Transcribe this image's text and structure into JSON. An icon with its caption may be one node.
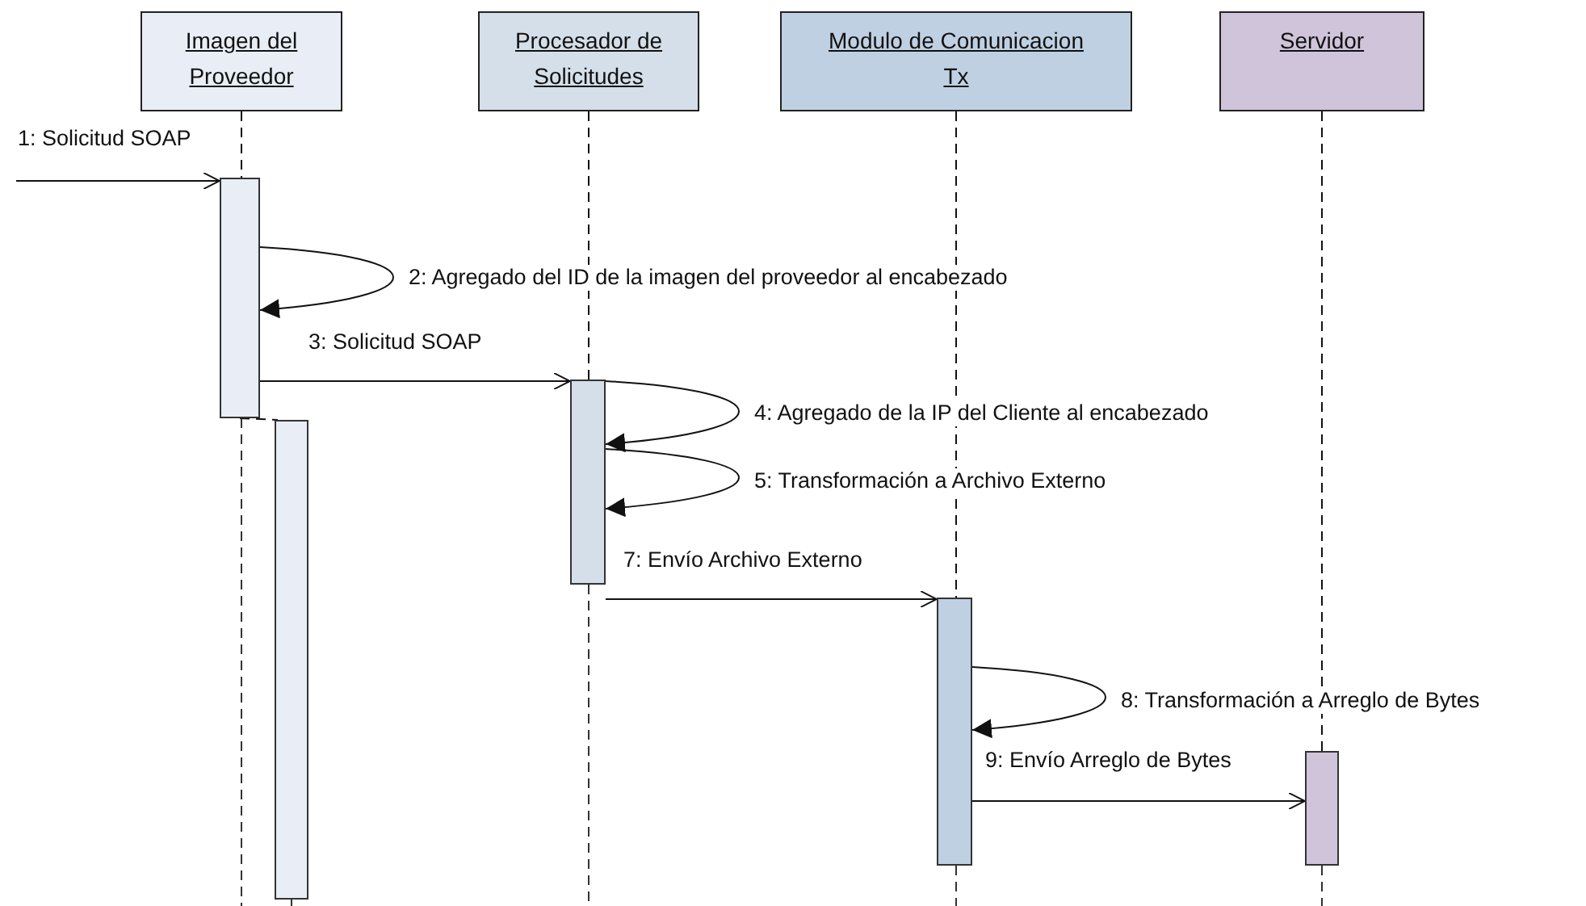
{
  "diagram": {
    "nodes": [
      {
        "text": [
          "Imagen del Proveedor"
        ]
      },
      {
        "text": [
          "Procesador de Solicitudes"
        ]
      },
      {
        "text": [
          "Modulo de Comunicacion Tx"
        ]
      },
      {
        "text": [
          "Servidor"
        ]
      },
      {
        "text": [],
        "shape": "bar"
      },
      {
        "text": [],
        "shape": "bar"
      },
      {
        "text": [],
        "shape": "bar"
      },
      {
        "text": [],
        "shape": "bar"
      },
      {
        "text": [],
        "shape": "bar"
      }
    ],
    "edges": [
      {
        "from": null,
        "to": 4,
        "arrow": "to",
        "label": "1: Solicitud SOAP"
      },
      {
        "from": 4,
        "to": 4,
        "arrow": "to",
        "label": "2: Agregado del ID de la imagen del proveedor al encabezado"
      },
      {
        "from": 4,
        "to": 6,
        "arrow": "to",
        "label": "3: Solicitud SOAP"
      },
      {
        "from": 6,
        "to": 6,
        "arrow": "to",
        "label": "4: Agregado de la IP del Cliente al encabezado"
      },
      {
        "from": 6,
        "to": 6,
        "arrow": "to",
        "label": "5: Transformación a Archivo Externo"
      },
      {
        "from": 6,
        "to": 7,
        "arrow": "to",
        "label": "7: Envío Archivo Externo"
      },
      {
        "from": 7,
        "to": 7,
        "arrow": "to",
        "label": "8: Transformación a Arreglo de Bytes"
      },
      {
        "from": 7,
        "to": 8,
        "arrow": "to",
        "label": "9: Envío Arreglo de Bytes"
      },
      {
        "from": 0,
        "to": 4,
        "arrow": "none",
        "style": "dashed"
      },
      {
        "from": 4,
        "to": 5,
        "arrow": "none",
        "style": "dashed"
      },
      {
        "from": 1,
        "to": 6,
        "arrow": "none",
        "style": "dashed"
      },
      {
        "from": 2,
        "to": 7,
        "arrow": "none",
        "style": "dashed"
      },
      {
        "from": 3,
        "to": 8,
        "arrow": "none",
        "style": "dashed"
      }
    ]
  }
}
